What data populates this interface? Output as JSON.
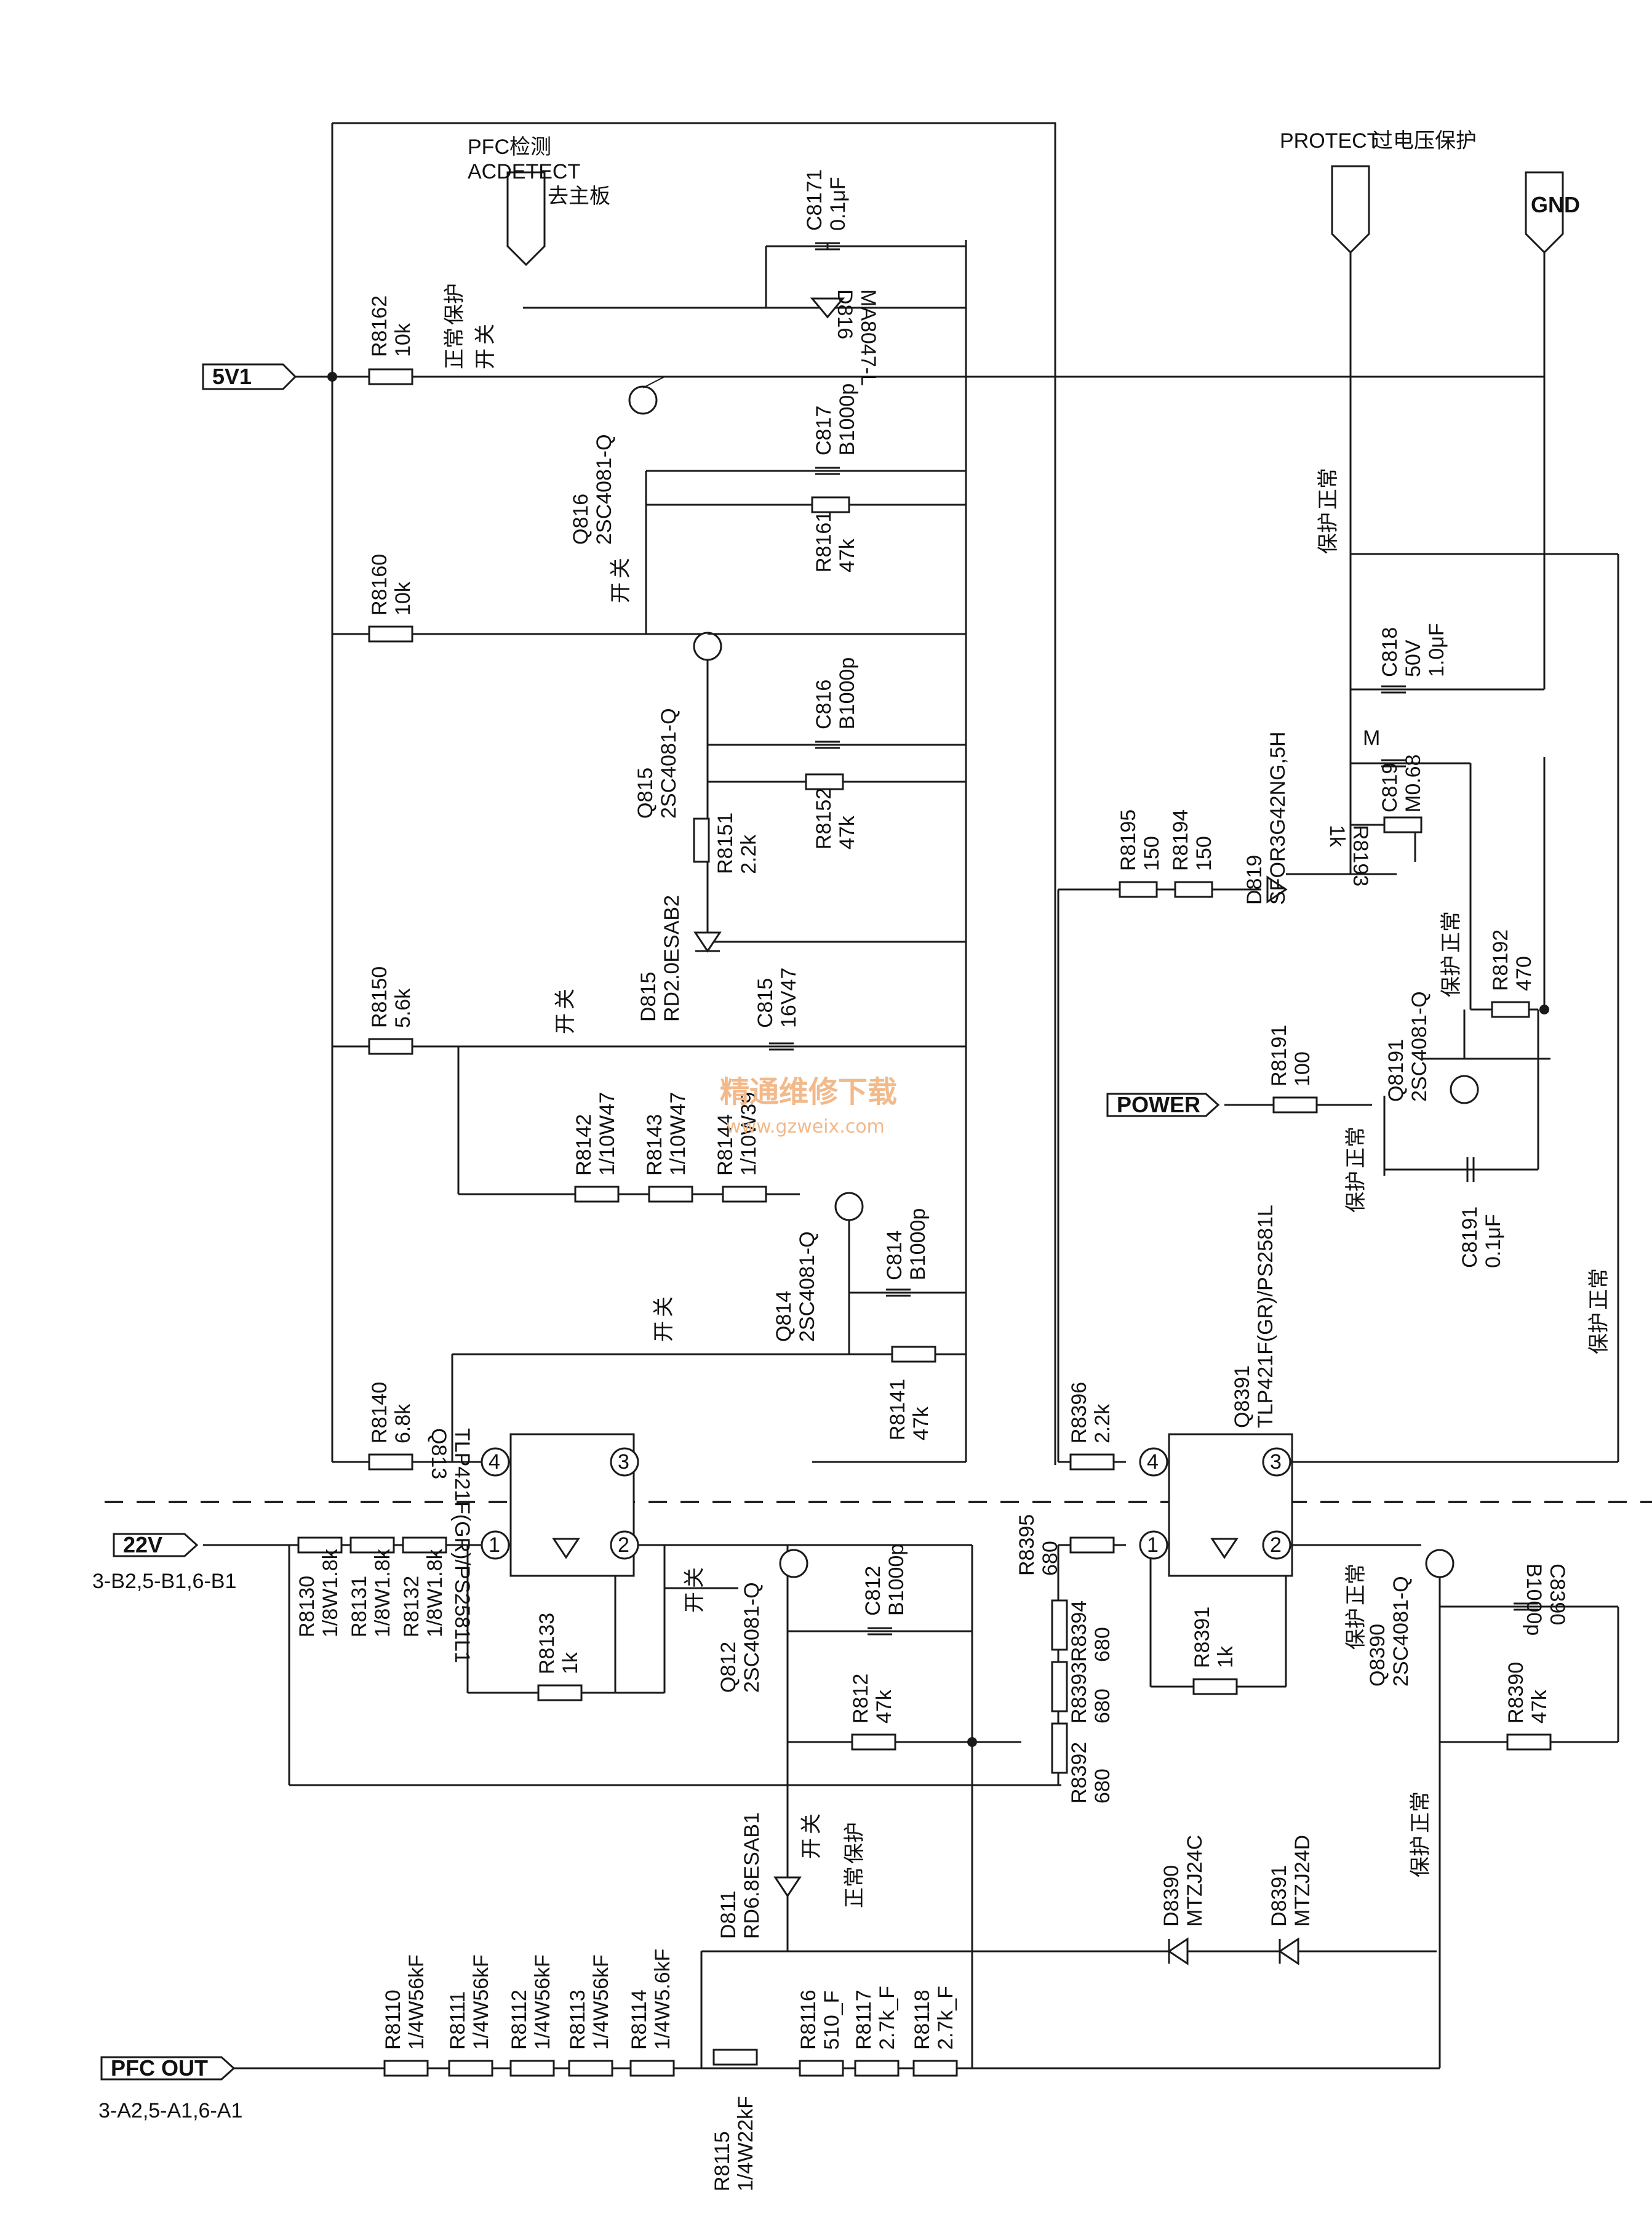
{
  "connectors": {
    "v5": "5V1",
    "pfc_detect": "PFC检测",
    "acdetect": "ACDETECT",
    "to_main_board": "去主板",
    "protect": "PROTECT",
    "over_voltage": "过电压保护",
    "gnd": "GND",
    "power": "POWER",
    "v22": "22V",
    "v22_ref": "3-B2,5-B1,6-B1",
    "pfc_out": "PFC OUT",
    "pfc_out_ref": "3-A2,5-A1,6-A1"
  },
  "states": {
    "normal": "正常",
    "protect": "保护",
    "on": "开",
    "off": "关"
  },
  "components": {
    "R8162": {
      "ref": "R8162",
      "val": "10k"
    },
    "R8160": {
      "ref": "R8160",
      "val": "10k"
    },
    "R8150": {
      "ref": "R8150",
      "val": "5.6k"
    },
    "R8140": {
      "ref": "R8140",
      "val": "6.8k"
    },
    "C8171": {
      "ref": "C8171",
      "val": "0.1μF"
    },
    "D816": {
      "ref": "D816",
      "val": "MA8047-L"
    },
    "Q816": {
      "ref": "Q816",
      "val": "2SC4081-Q"
    },
    "C817": {
      "ref": "C817",
      "val": "B1000p"
    },
    "R8161": {
      "ref": "R8161",
      "val": "47k"
    },
    "Q815": {
      "ref": "Q815",
      "val": "2SC4081-Q"
    },
    "C816": {
      "ref": "C816",
      "val": "B1000p"
    },
    "R8151": {
      "ref": "R8151",
      "val": "2.2k"
    },
    "R8152": {
      "ref": "R8152",
      "val": "47k"
    },
    "D815": {
      "ref": "D815",
      "val": "RD2.0ESAB2"
    },
    "C815": {
      "ref": "C815",
      "val": "16V47"
    },
    "R8142": {
      "ref": "R8142",
      "val": "1/10W47"
    },
    "R8143": {
      "ref": "R8143",
      "val": "1/10W47"
    },
    "R8144": {
      "ref": "R8144",
      "val": "1/10W39"
    },
    "Q814": {
      "ref": "Q814",
      "val": "2SC4081-Q"
    },
    "C814": {
      "ref": "C814",
      "val": "B1000p"
    },
    "R8141": {
      "ref": "R8141",
      "val": "47k"
    },
    "Q813": {
      "ref": "Q813",
      "val": "TLP421F(GR)/PS2581L1"
    },
    "C818": {
      "ref": "C818",
      "val1": "50V",
      "val2": "1.0μF"
    },
    "C819": {
      "ref": "C819",
      "val": "M0.68",
      "mark": "M"
    },
    "R8193": {
      "ref": "R8193",
      "val": "1k"
    },
    "D819": {
      "ref": "D819",
      "val": "SFOR3G42NG,5H"
    },
    "R8195": {
      "ref": "R8195",
      "val": "150"
    },
    "R8194": {
      "ref": "R8194",
      "val": "150"
    },
    "R8192": {
      "ref": "R8192",
      "val": "470"
    },
    "Q8191": {
      "ref": "Q8191",
      "val": "2SC4081-Q"
    },
    "R8191": {
      "ref": "R8191",
      "val": "100"
    },
    "C8191": {
      "ref": "C8191",
      "val": "0.1μF"
    },
    "Q8391": {
      "ref": "Q8391",
      "val": "TLP421F(GR)/PS2581L"
    },
    "R8396": {
      "ref": "R8396",
      "val": "2.2k"
    },
    "R8130": {
      "ref": "R8130",
      "val": "1/8W1.8k"
    },
    "R8131": {
      "ref": "R8131",
      "val": "1/8W1.8k"
    },
    "R8132": {
      "ref": "R8132",
      "val": "1/8W1.8k"
    },
    "R8133": {
      "ref": "R8133",
      "val": "1k"
    },
    "Q812": {
      "ref": "Q812",
      "val": "2SC4081-Q"
    },
    "C812": {
      "ref": "C812",
      "val": "B1000p"
    },
    "R812": {
      "ref": "R812",
      "val": "47k"
    },
    "R8395": {
      "ref": "R8395",
      "val": "680"
    },
    "R8394": {
      "ref": "R8394",
      "val": "680"
    },
    "R8393": {
      "ref": "R8393",
      "val": "680"
    },
    "R8392": {
      "ref": "R8392",
      "val": "680"
    },
    "R8391": {
      "ref": "R8391",
      "val": "1k"
    },
    "Q8390": {
      "ref": "Q8390",
      "val": "2SC4081-Q"
    },
    "C8390": {
      "ref": "C8390",
      "val": "B1000p"
    },
    "R8390": {
      "ref": "R8390",
      "val": "47k"
    },
    "D811": {
      "ref": "D811",
      "val": "RD6.8ESAB1"
    },
    "D8390": {
      "ref": "D8390",
      "val": "MTZJ24C"
    },
    "D8391": {
      "ref": "D8391",
      "val": "MTZJ24D"
    },
    "R8110": {
      "ref": "R8110",
      "val": "1/4W56kF"
    },
    "R8111": {
      "ref": "R8111",
      "val": "1/4W56kF"
    },
    "R8112": {
      "ref": "R8112",
      "val": "1/4W56kF"
    },
    "R8113": {
      "ref": "R8113",
      "val": "1/4W56kF"
    },
    "R8114": {
      "ref": "R8114",
      "val": "1/4W5.6kF"
    },
    "R8115": {
      "ref": "R8115",
      "val": "1/4W22kF"
    },
    "R8116": {
      "ref": "R8116",
      "val": "510_F"
    },
    "R8117": {
      "ref": "R8117",
      "val": "2.7k_F"
    },
    "R8118": {
      "ref": "R8118",
      "val": "2.7k_F"
    }
  },
  "pins": {
    "p1": "1",
    "p2": "2",
    "p3": "3",
    "p4": "4"
  },
  "watermark": {
    "cn": "精通维修下载",
    "url": "www.gzweix.com"
  }
}
